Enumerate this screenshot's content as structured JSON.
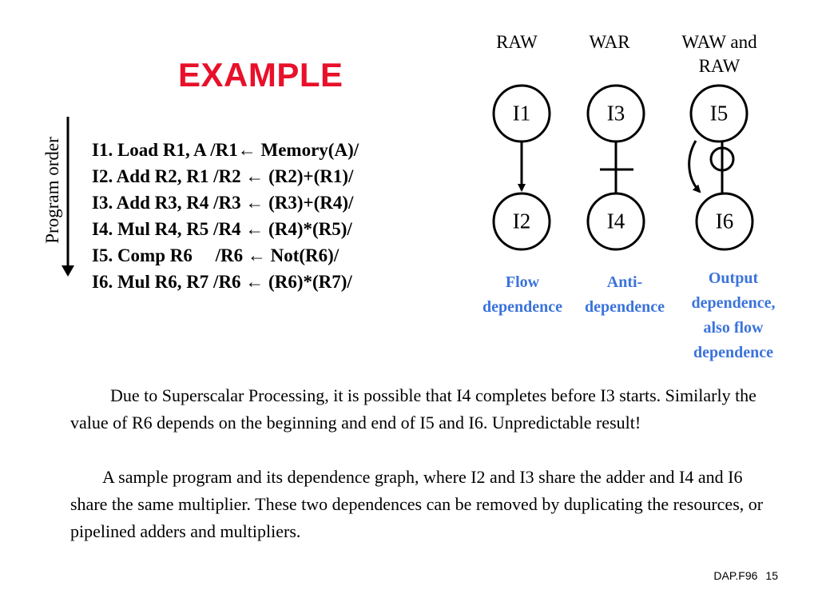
{
  "title": "EXAMPLE",
  "program_order_label": "Program order",
  "instructions": [
    "I1. Load R1, A /R1← Memory(A)/",
    "I2. Add R2, R1 /R2 ← (R2)+(R1)/",
    "I3. Add R3, R4 /R3 ← (R3)+(R4)/",
    "I4. Mul R4, R5 /R4 ← (R4)*(R5)/",
    "I5. Comp R6     /R6 ← Not(R6)/",
    "I6. Mul R6, R7 /R6 ← (R6)*(R7)/"
  ],
  "graph": {
    "columns": [
      {
        "header": "RAW",
        "top_node": "I1",
        "bottom_node": "I2",
        "label": "Flow dependence"
      },
      {
        "header": "WAR",
        "top_node": "I3",
        "bottom_node": "I4",
        "label": "Anti-dependence"
      },
      {
        "header_line1": "WAW and",
        "header_line2": "RAW",
        "top_node": "I5",
        "bottom_node": "I6",
        "label_lines": [
          "Output",
          "dependence,",
          "also flow",
          "dependence"
        ]
      }
    ],
    "label_color": "#3b73db"
  },
  "paragraphs": [
    "Due to Superscalar Processing, it is possible that I4 completes before I3 starts. Similarly the value of R6 depends on the beginning and end of I5 and I6. Unpredictable result!",
    "A sample program and its dependence graph, where I2 and I3 share the adder and I4 and I6 share the same multiplier. These two dependences can be removed by duplicating the resources, or pipelined adders and multipliers."
  ],
  "footer": {
    "code": "DAP.F96",
    "page": "15"
  },
  "colors": {
    "title": "#e8102a",
    "dependence_labels": "#3b73db"
  }
}
